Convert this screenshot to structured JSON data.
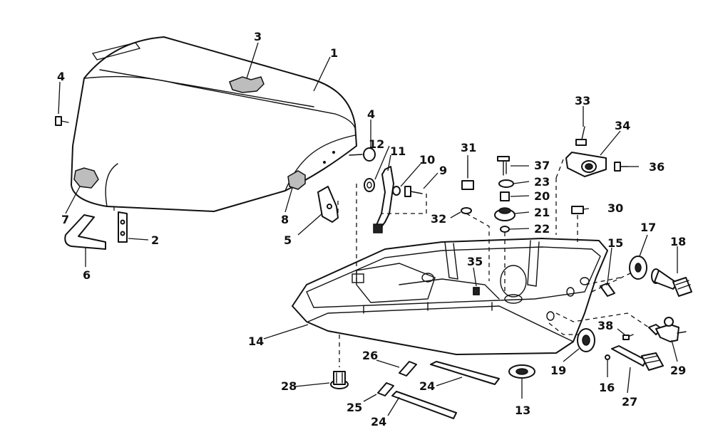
{
  "diagram": {
    "callouts": [
      "1",
      "2",
      "3",
      "4",
      "4",
      "5",
      "6",
      "7",
      "8",
      "9",
      "10",
      "11",
      "12",
      "13",
      "14",
      "15",
      "16",
      "17",
      "18",
      "19",
      "20",
      "21",
      "22",
      "23",
      "24",
      "24",
      "25",
      "26",
      "27",
      "28",
      "29",
      "30",
      "31",
      "32",
      "33",
      "34",
      "35",
      "36",
      "37",
      "38"
    ]
  },
  "colors": {
    "ink": "#111111",
    "paper": "#ffffff",
    "shade": "#bdbdbd"
  }
}
